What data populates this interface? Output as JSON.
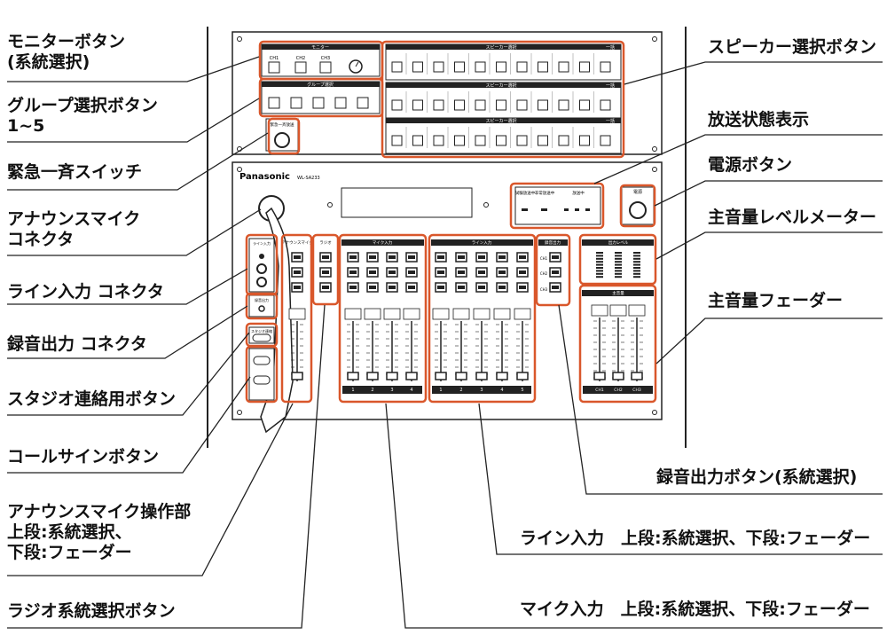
{
  "left_labels": [
    "モニターボタン\n(系統選択)",
    "グループ選択ボタン\n1~5",
    "緊急一斉スイッチ",
    "アナウンスマイク\nコネクタ",
    "ライン入力 コネクタ",
    "録音出力 コネクタ",
    "スタジオ連絡用ボタン",
    "コールサインボタン",
    "アナウンスマイク操作部\n上段:系統選択、\n下段:フェーダー",
    "ラジオ系統選択ボタン"
  ],
  "right_labels": [
    "スピーカー選択ボタン",
    "放送状態表示",
    "電源ボタン",
    "主音量レベルメーター",
    "主音量フェーダー",
    "録音出力ボタン(系統選択)",
    "ライン入力　上段:系統選択、下段:フェーダー",
    "マイク入力　上段:系統選択、下段:フェーダー"
  ],
  "panel": {
    "brand": "Panasonic",
    "model": "WL-SA233",
    "monitor_title": "モニター",
    "monitor_buttons": [
      "CH1",
      "CH2",
      "CH3"
    ],
    "group_title": "グループ選択",
    "emergency_title": "緊急一斉放送",
    "speaker_title": "スピーカー選択",
    "speaker_all": "一括",
    "status_labels": [
      "試験放送中",
      "非常放送中",
      "放送中"
    ],
    "power_label": "電源",
    "announce_title": "アナウンスマイク",
    "radio_title": "ラジオ",
    "mic_title": "マイク入力",
    "line_title": "ライン入力",
    "rec_title": "録音出力",
    "level_title": "出力レベル",
    "master_title": "主音量",
    "line_in_small": "ライン入力",
    "rec_small": "録音出力",
    "studio_small": "スタジオ連絡",
    "mic_numbers": [
      "1",
      "2",
      "3",
      "4"
    ],
    "line_numbers": [
      "1",
      "2",
      "3",
      "4",
      "5"
    ],
    "ch_labels": [
      "CH1",
      "CH2",
      "CH3"
    ]
  },
  "colors": {
    "accent": "#d9572b",
    "line": "#222222"
  }
}
